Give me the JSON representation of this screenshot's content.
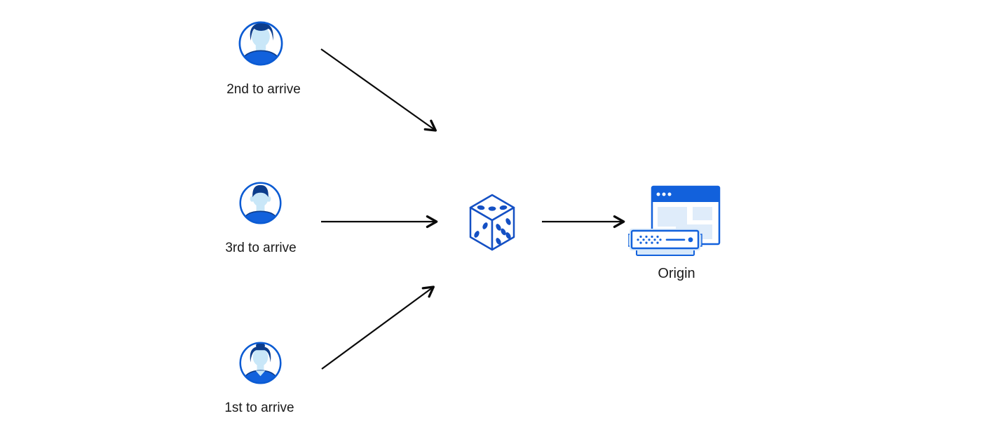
{
  "diagram_type": "request-flow-diagram",
  "nodes": {
    "user_second": {
      "label": "2nd to arrive",
      "icon": "user-man-sideswept-avatar-icon"
    },
    "user_third": {
      "label": "3rd to arrive",
      "icon": "user-man-shorthair-avatar-icon"
    },
    "user_first": {
      "label": "1st to arrive",
      "icon": "user-woman-bun-avatar-icon"
    },
    "dice": {
      "label": "",
      "icon": "dice-icon"
    },
    "origin": {
      "label": "Origin",
      "icon": "origin-server-browser-icon"
    }
  },
  "edges": [
    {
      "from": "user_second",
      "to": "dice"
    },
    {
      "from": "user_third",
      "to": "dice"
    },
    {
      "from": "user_first",
      "to": "dice"
    },
    {
      "from": "dice",
      "to": "origin"
    }
  ],
  "colors": {
    "primary_blue": "#1261dc",
    "dark_navy_hair": "#0d3d8c",
    "light_blue_skin": "#c9e7f8",
    "pale_blue_panel": "#dfecfa",
    "pale_blue_tray": "#d8e9fa",
    "tab_blue": "#bcd8f5",
    "dice_blue": "#1450c4",
    "avatar_ring_blue": "#0b5bd3",
    "arrow_black": "#0a0a0a",
    "text_black": "#1a1a1a",
    "background": "#ffffff"
  }
}
